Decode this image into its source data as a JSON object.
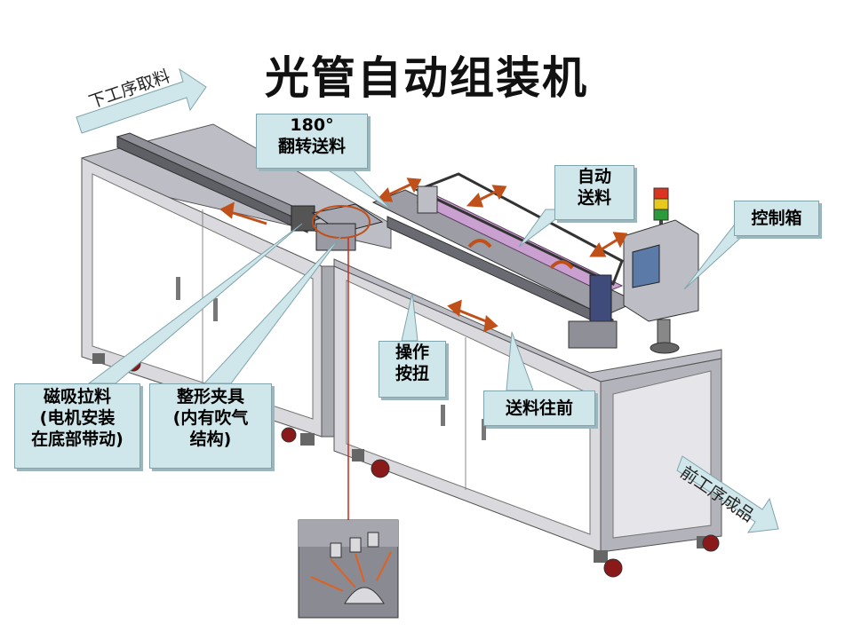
{
  "title": "光管自动组装机",
  "flows": {
    "input": "下工序取料",
    "output": "前工序成品"
  },
  "callouts": {
    "flip_feed": [
      "180°",
      "翻转送料"
    ],
    "auto_feed": [
      "自动",
      "送料"
    ],
    "control_box": [
      "控制箱"
    ],
    "operate_button": [
      "操作",
      "按扭"
    ],
    "feed_forward": [
      "送料往前"
    ],
    "magnetic_pull": [
      "磁吸拉料",
      "(电机安装",
      "在底部带动)"
    ],
    "shaping_fixture": [
      "整形夹具",
      "(内有吹气",
      "结构)"
    ]
  },
  "colors": {
    "callout_fill": "#cfe6ea",
    "callout_border": "#7fa4ab",
    "machine_body": "#c9c9cf",
    "machine_panel": "#ffffff",
    "motion_arrow": "#c0501a",
    "leader_line": "#cc2a1a",
    "product_tube": "#c9a0cf"
  }
}
